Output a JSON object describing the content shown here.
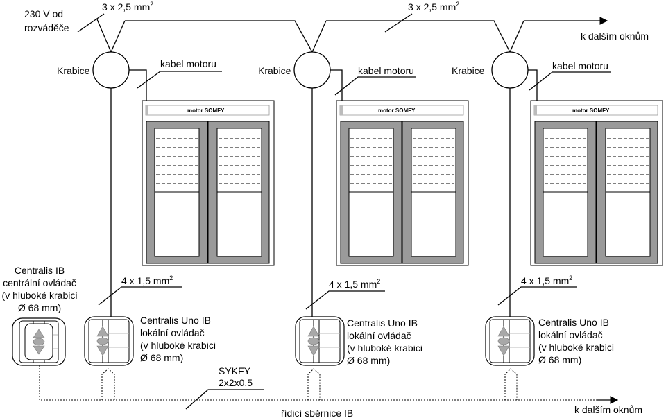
{
  "labels": {
    "supply": [
      "230 V od",
      "rozváděče"
    ],
    "cable_3x": "3 x 2,5 mm",
    "cable_3x_b": "3 x 2,5 mm",
    "sq": "2",
    "next_windows_top": "k dalším oknům",
    "box": "Krabice",
    "motor_cable": "kabel motoru",
    "motor": "motor SOMFY",
    "cable_4x": "4 x 1,5 mm",
    "central": [
      "Centralis IB",
      "centrální ovládač",
      "(v hluboké krabici",
      "Ø 68 mm)"
    ],
    "local": [
      "Centralis Uno IB",
      "lokální ovládač",
      "(v hluboké krabici",
      "Ø 68 mm)"
    ],
    "sykfy": [
      "SYKFY",
      "2x2x0,5"
    ],
    "bus": "řídicí sběrnice IB",
    "next_windows_bottom": "k dalším oknům"
  }
}
